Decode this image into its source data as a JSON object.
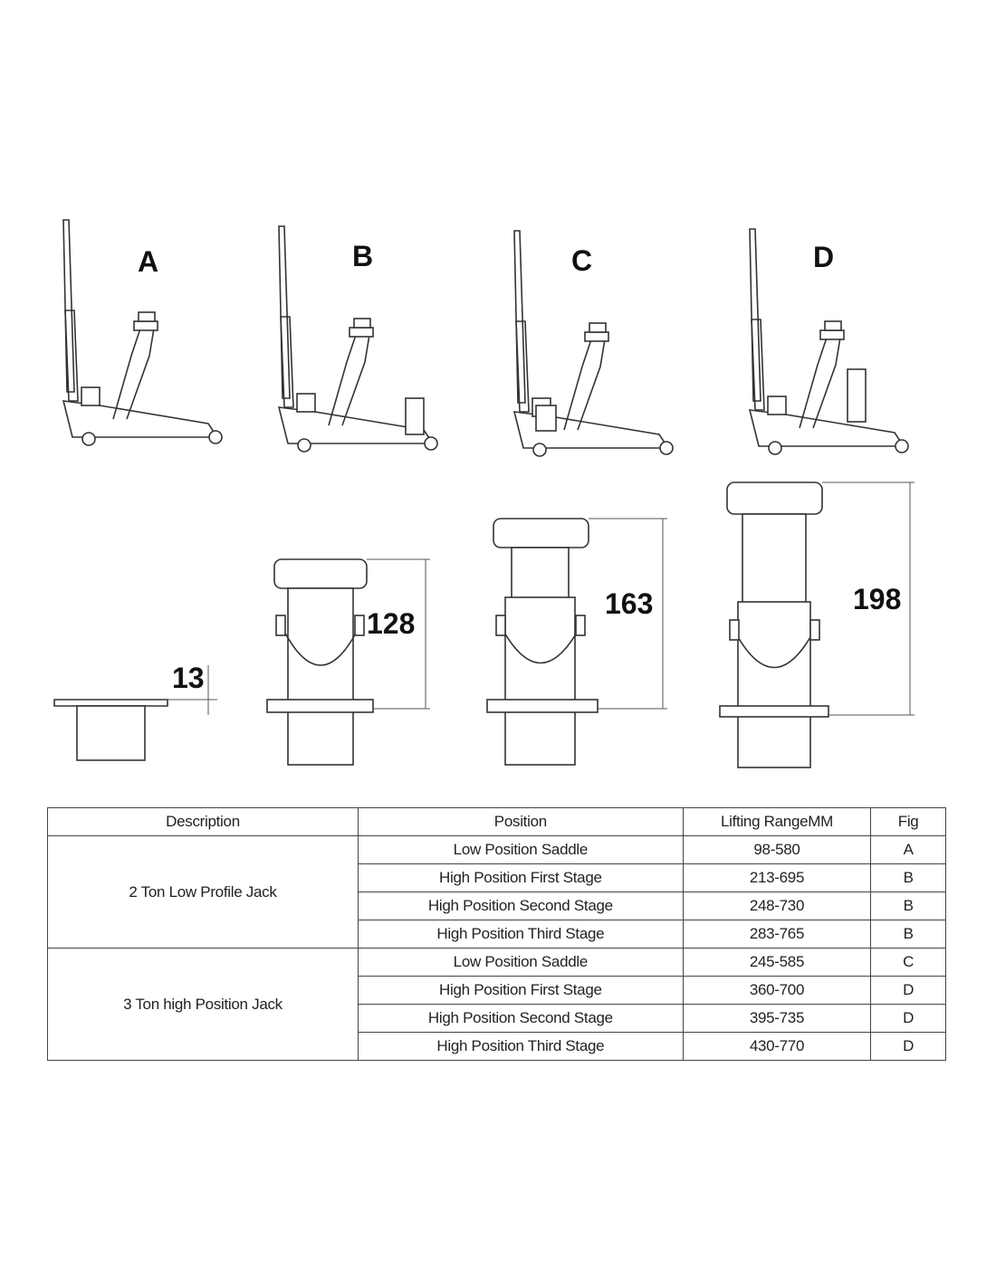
{
  "figures": {
    "labels": [
      "A",
      "B",
      "C",
      "D"
    ],
    "dimensions": [
      "13",
      "128",
      "163",
      "198"
    ]
  },
  "table": {
    "headers": [
      "Description",
      "Position",
      "Lifting RangeMM",
      "Fig"
    ],
    "groups": [
      {
        "description": "2 Ton Low  Profile Jack",
        "rows": [
          {
            "position": "Low Position Saddle",
            "range": "98-580",
            "fig": "A"
          },
          {
            "position": "High Position First Stage",
            "range": "213-695",
            "fig": "B"
          },
          {
            "position": "High Position Second Stage",
            "range": "248-730",
            "fig": "B"
          },
          {
            "position": "High Position Third Stage",
            "range": "283-765",
            "fig": "B"
          }
        ]
      },
      {
        "description": "3 Ton high Position Jack",
        "rows": [
          {
            "position": "Low Position Saddle",
            "range": "245-585",
            "fig": "C"
          },
          {
            "position": "High Position First Stage",
            "range": "360-700",
            "fig": "D"
          },
          {
            "position": "High Position Second Stage",
            "range": "395-735",
            "fig": "D"
          },
          {
            "position": "High Position Third Stage",
            "range": "430-770",
            "fig": "D"
          }
        ]
      }
    ]
  }
}
